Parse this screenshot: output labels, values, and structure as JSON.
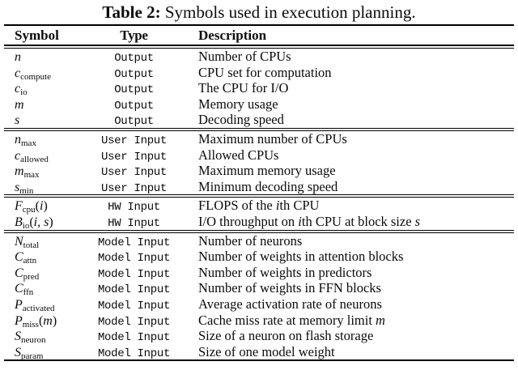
{
  "colors": {
    "text": "#0b0b0b",
    "background": "#ffffff",
    "rule": "#000000"
  },
  "caption": {
    "label": "Table 2:",
    "text": " Symbols used in execution planning."
  },
  "table": {
    "headers": [
      "Symbol",
      "Type",
      "Description"
    ],
    "groups": [
      {
        "name": "output",
        "rows": [
          {
            "symbol": [
              {
                "t": "n",
                "i": true
              }
            ],
            "type": "Output",
            "desc": [
              {
                "t": "Number of CPUs"
              }
            ]
          },
          {
            "symbol": [
              {
                "t": "c",
                "i": true
              },
              {
                "t": "compute",
                "sub": true
              }
            ],
            "type": "Output",
            "desc": [
              {
                "t": "CPU set for computation"
              }
            ]
          },
          {
            "symbol": [
              {
                "t": "c",
                "i": true
              },
              {
                "t": "io",
                "sub": true
              }
            ],
            "type": "Output",
            "desc": [
              {
                "t": "The CPU for I/O"
              }
            ]
          },
          {
            "symbol": [
              {
                "t": "m",
                "i": true
              }
            ],
            "type": "Output",
            "desc": [
              {
                "t": "Memory usage"
              }
            ]
          },
          {
            "symbol": [
              {
                "t": "s",
                "i": true
              }
            ],
            "type": "Output",
            "desc": [
              {
                "t": "Decoding speed"
              }
            ]
          }
        ]
      },
      {
        "name": "user-input",
        "rows": [
          {
            "symbol": [
              {
                "t": "n",
                "i": true
              },
              {
                "t": "max",
                "sub": true
              }
            ],
            "type": "User Input",
            "desc": [
              {
                "t": "Maximum number of CPUs"
              }
            ]
          },
          {
            "symbol": [
              {
                "t": "c",
                "i": true
              },
              {
                "t": "allowed",
                "sub": true
              }
            ],
            "type": "User Input",
            "desc": [
              {
                "t": "Allowed CPUs"
              }
            ]
          },
          {
            "symbol": [
              {
                "t": "m",
                "i": true
              },
              {
                "t": "max",
                "sub": true
              }
            ],
            "type": "User Input",
            "desc": [
              {
                "t": "Maximum memory usage"
              }
            ]
          },
          {
            "symbol": [
              {
                "t": "s",
                "i": true
              },
              {
                "t": "min",
                "sub": true
              }
            ],
            "type": "User Input",
            "desc": [
              {
                "t": "Minimum decoding speed"
              }
            ]
          }
        ]
      },
      {
        "name": "hw-input",
        "rows": [
          {
            "symbol": [
              {
                "t": "F",
                "i": true
              },
              {
                "t": "cpu",
                "sub": true
              },
              {
                "t": "("
              },
              {
                "t": "i",
                "i": true
              },
              {
                "t": ")"
              }
            ],
            "type": "HW Input",
            "desc": [
              {
                "t": "FLOPS of the "
              },
              {
                "t": "i",
                "i": true
              },
              {
                "t": "th CPU"
              }
            ]
          },
          {
            "symbol": [
              {
                "t": "B",
                "i": true
              },
              {
                "t": "io",
                "sub": true
              },
              {
                "t": "("
              },
              {
                "t": "i",
                "i": true
              },
              {
                "t": ", "
              },
              {
                "t": "s",
                "i": true
              },
              {
                "t": ")"
              }
            ],
            "type": "HW Input",
            "desc": [
              {
                "t": "I/O throughput on "
              },
              {
                "t": "i",
                "i": true
              },
              {
                "t": "th CPU at block size "
              },
              {
                "t": "s",
                "i": true
              }
            ]
          }
        ]
      },
      {
        "name": "model-input",
        "rows": [
          {
            "symbol": [
              {
                "t": "N",
                "i": true
              },
              {
                "t": "total",
                "sub": true
              }
            ],
            "type": "Model Input",
            "desc": [
              {
                "t": "Number of neurons"
              }
            ]
          },
          {
            "symbol": [
              {
                "t": "C",
                "i": true
              },
              {
                "t": "attn",
                "sub": true
              }
            ],
            "type": "Model Input",
            "desc": [
              {
                "t": "Number of weights in attention blocks"
              }
            ]
          },
          {
            "symbol": [
              {
                "t": "C",
                "i": true
              },
              {
                "t": "pred",
                "sub": true
              }
            ],
            "type": "Model Input",
            "desc": [
              {
                "t": "Number of weights in predictors"
              }
            ]
          },
          {
            "symbol": [
              {
                "t": "C",
                "i": true
              },
              {
                "t": "ffn",
                "sub": true
              }
            ],
            "type": "Model Input",
            "desc": [
              {
                "t": "Number of weights in FFN blocks"
              }
            ]
          },
          {
            "symbol": [
              {
                "t": "P",
                "i": true
              },
              {
                "t": "activated",
                "sub": true
              }
            ],
            "type": "Model Input",
            "desc": [
              {
                "t": "Average activation rate of neurons"
              }
            ]
          },
          {
            "symbol": [
              {
                "t": "P",
                "i": true
              },
              {
                "t": "miss",
                "sub": true
              },
              {
                "t": "("
              },
              {
                "t": "m",
                "i": true
              },
              {
                "t": ")"
              }
            ],
            "type": "Model Input",
            "desc": [
              {
                "t": "Cache miss rate at memory limit "
              },
              {
                "t": "m",
                "i": true
              }
            ]
          },
          {
            "symbol": [
              {
                "t": "S",
                "i": true
              },
              {
                "t": "neuron",
                "sub": true
              }
            ],
            "type": "Model Input",
            "desc": [
              {
                "t": "Size of a neuron on flash storage"
              }
            ]
          },
          {
            "symbol": [
              {
                "t": "S",
                "i": true
              },
              {
                "t": "param",
                "sub": true
              }
            ],
            "type": "Model Input",
            "desc": [
              {
                "t": "Size of one model weight"
              }
            ]
          }
        ]
      }
    ]
  }
}
